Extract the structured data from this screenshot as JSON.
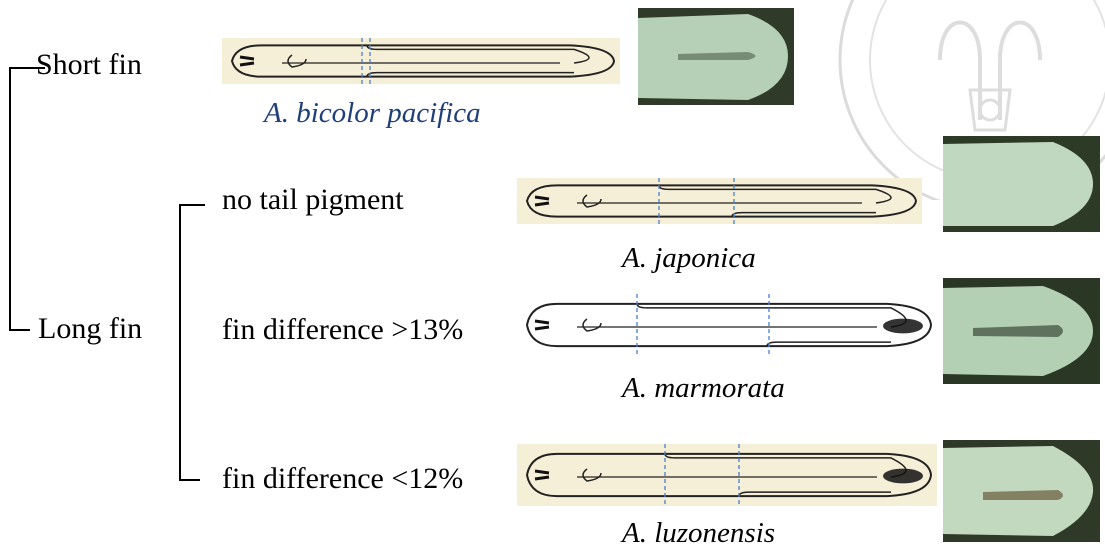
{
  "tree": {
    "short_fin": "Short fin",
    "long_fin": "Long fin"
  },
  "criteria": {
    "no_tail_pigment": "no tail pigment",
    "fin_diff_gt": "fin difference >13%",
    "fin_diff_lt": "fin difference <12%"
  },
  "species": {
    "bicolor": "A. bicolor pacifica",
    "japonica": "A. japonica",
    "marmorata": "A. marmorata",
    "luzonensis": "A. luzonensis"
  },
  "colors": {
    "species_blue": "#1f3f7a",
    "eel_bg": "#f6efd7",
    "guide_line": "#4a7fd0",
    "photo_bg": "#2a3a28",
    "tail_green": "#b7d2b8"
  }
}
